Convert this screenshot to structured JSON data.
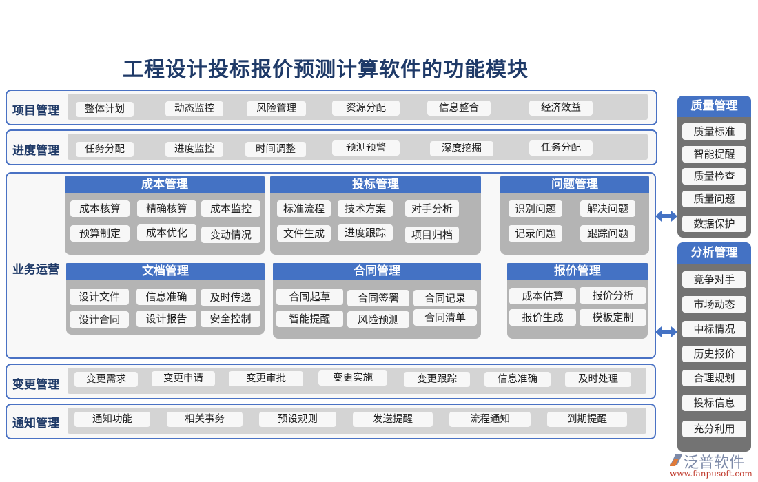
{
  "title": "工程设计投标报价预测计算软件的功能模块",
  "rows": {
    "project": {
      "label": "项目管理",
      "items": [
        "整体计划",
        "动态监控",
        "风险管理",
        "资源分配",
        "信息整合",
        "经济效益"
      ]
    },
    "progress": {
      "label": "进度管理",
      "items": [
        "任务分配",
        "进度监控",
        "时间调整",
        "预测预警",
        "深度挖掘",
        "任务分配"
      ]
    },
    "business": {
      "label": "业务运营",
      "groups": {
        "cost": {
          "title": "成本管理",
          "items": [
            "成本核算",
            "精确核算",
            "成本监控",
            "预算制定",
            "成本优化",
            "变动情况"
          ]
        },
        "bid": {
          "title": "投标管理",
          "items": [
            "标准流程",
            "技术方案",
            "对手分析",
            "文件生成",
            "进度跟踪",
            "项目归档"
          ]
        },
        "issue": {
          "title": "问题管理",
          "items": [
            "识别问题",
            "解决问题",
            "记录问题",
            "跟踪问题"
          ]
        },
        "doc": {
          "title": "文档管理",
          "items": [
            "设计文件",
            "信息准确",
            "及时传递",
            "设计合同",
            "设计报告",
            "安全控制"
          ]
        },
        "contract": {
          "title": "合同管理",
          "items": [
            "合同起草",
            "合同签署",
            "合同记录",
            "智能提醒",
            "风险预测",
            "合同清单"
          ]
        },
        "quote": {
          "title": "报价管理",
          "items": [
            "成本估算",
            "报价分析",
            "报价生成",
            "模板定制"
          ]
        }
      }
    },
    "change": {
      "label": "变更管理",
      "items": [
        "变更需求",
        "变更申请",
        "变更审批",
        "变更实施",
        "变更跟踪",
        "信息准确",
        "及时处理"
      ]
    },
    "notify": {
      "label": "通知管理",
      "items": [
        "通知功能",
        "相关事务",
        "预设规则",
        "发送提醒",
        "流程通知",
        "到期提醒"
      ]
    }
  },
  "side": {
    "quality": {
      "title": "质量管理",
      "items": [
        "质量标准",
        "智能提醒",
        "质量检查",
        "质量问题",
        "数据保护"
      ]
    },
    "analysis": {
      "title": "分析管理",
      "items": [
        "竞争对手",
        "市场动态",
        "中标情况",
        "历史报价",
        "合理规划",
        "投标信息",
        "充分利用"
      ]
    }
  },
  "logo": {
    "name": "泛普软件",
    "url": "www.fanpusoft.com"
  },
  "colors": {
    "accent": "#4472c4",
    "title": "#1f3a68",
    "border": "#4a72c4"
  }
}
